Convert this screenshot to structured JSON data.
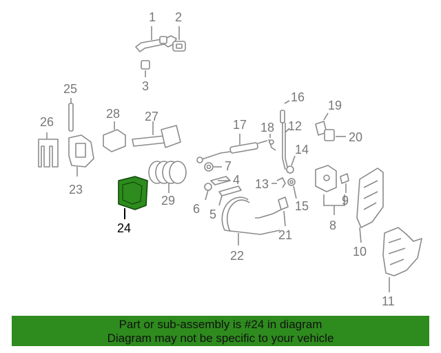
{
  "callouts": {
    "c1": "1",
    "c2": "2",
    "c3": "3",
    "c4": "4",
    "c5": "5",
    "c6": "6",
    "c7": "7",
    "c8": "8",
    "c9": "9",
    "c10": "10",
    "c11": "11",
    "c12": "12",
    "c13": "13",
    "c14": "14",
    "c15": "15",
    "c16": "16",
    "c17": "17",
    "c18": "18",
    "c19": "19",
    "c20": "20",
    "c21": "21",
    "c22": "22",
    "c23": "23",
    "c24": "24",
    "c25": "25",
    "c26": "26",
    "c27": "27",
    "c28": "28",
    "c29": "29"
  },
  "highlight_color": "#2e8b1e",
  "banner": {
    "line1": "Part or sub-assembly is #24 in diagram",
    "line2": "Diagram may not be specific to your vehicle"
  }
}
